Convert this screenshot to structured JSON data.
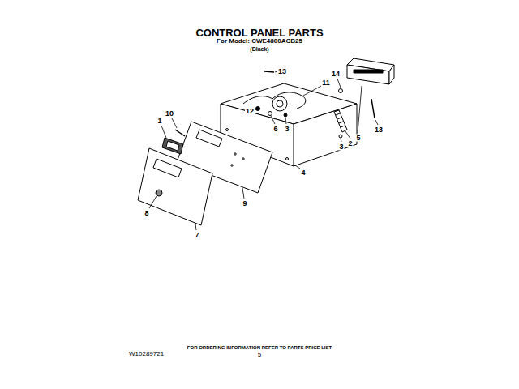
{
  "diagram": {
    "title": "CONTROL PANEL PARTS",
    "labels": [
      "For Model: CWE4800ACB25",
      "(Black)",
      "13",
      "14",
      "11",
      "13",
      "10",
      "1",
      "12",
      "6",
      "3",
      "3",
      "2",
      "5",
      "4",
      "9",
      "8",
      "7",
      "FOR ORDERING INFORMATION REFER TO PARTS PRICE LIST",
      "W10289721",
      "5"
    ]
  }
}
